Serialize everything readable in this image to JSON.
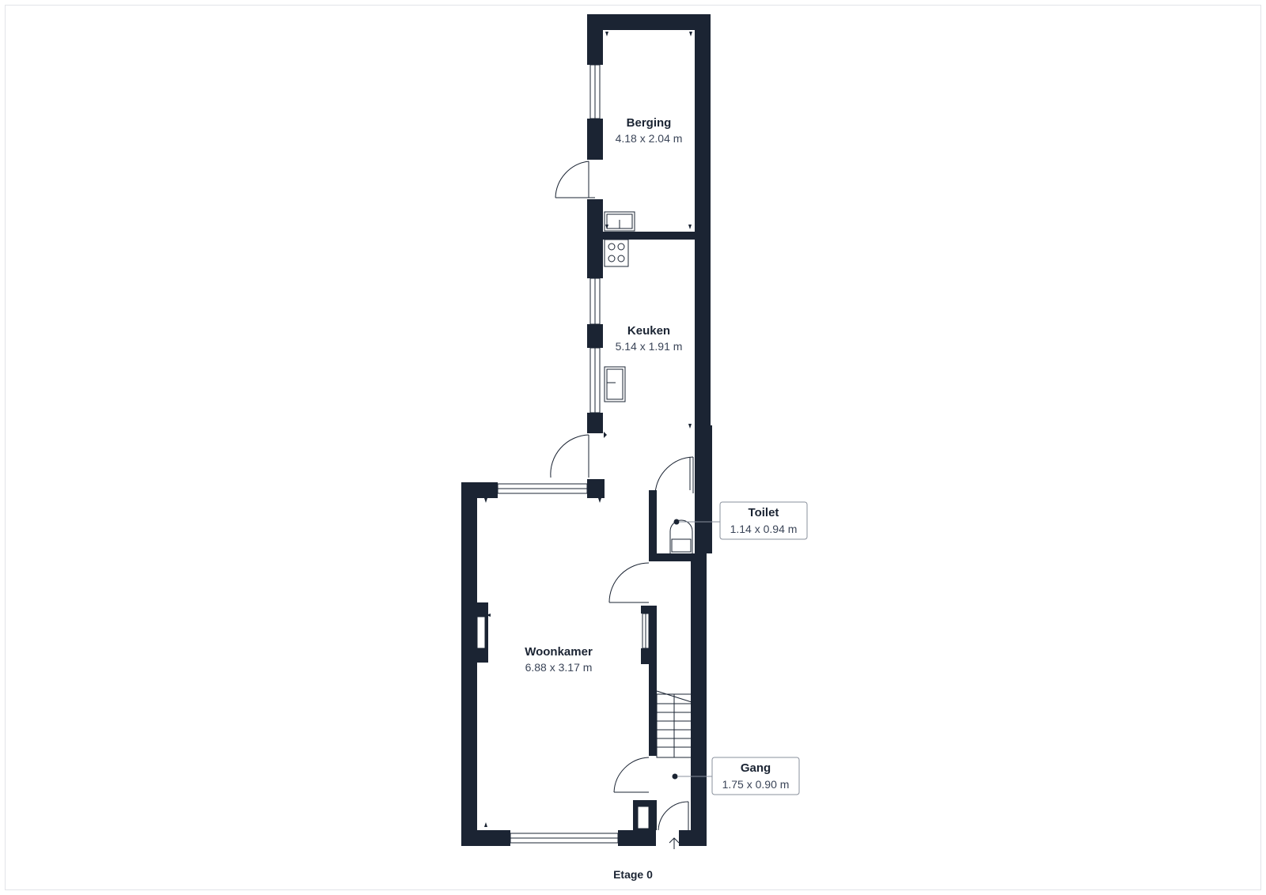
{
  "plan": {
    "floor_label": "Etage 0",
    "wall_color": "#1b2433",
    "rooms": {
      "berging": {
        "name": "Berging",
        "dims": "4.18 x 2.04 m"
      },
      "keuken": {
        "name": "Keuken",
        "dims": "5.14 x 1.91 m"
      },
      "woonkamer": {
        "name": "Woonkamer",
        "dims": "6.88 x 3.17 m"
      },
      "toilet": {
        "name": "Toilet",
        "dims": "1.14 x 0.94 m"
      },
      "gang": {
        "name": "Gang",
        "dims": "1.75 x 0.90 m"
      }
    },
    "icons": [
      "door-swing-icon",
      "window-icon",
      "stove-icon",
      "sink-icon",
      "toilet-icon",
      "stairs-icon",
      "entrance-arrow-icon"
    ]
  }
}
